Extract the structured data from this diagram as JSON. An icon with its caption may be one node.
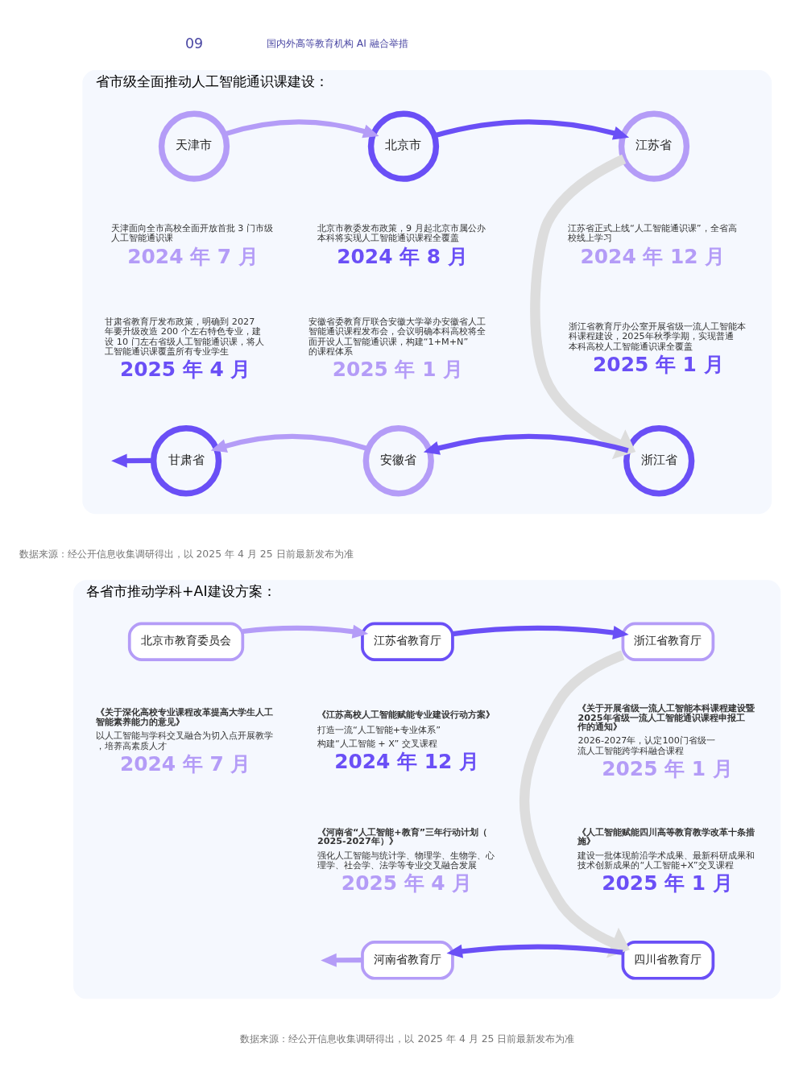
{
  "diagram": {
    "nodes": [
      {
        "text": [
          "省市级全面推动人工智能通识课建设："
        ]
      },
      {
        "text": [
          "天津市"
        ],
        "in": 0,
        "beside": [
          "天津面向全市高校全面开放首批 3 门市级人工智能通识课",
          "2024 年 7 月"
        ]
      },
      {
        "text": [
          "北京市"
        ],
        "in": 0,
        "beside": [
          "北京市教委发布政策，9 月起北京市属公办本科将实现人工智能通识课程全覆盖",
          "2024 年 8 月"
        ]
      },
      {
        "text": [
          "江苏省"
        ],
        "in": 0,
        "beside": [
          "江苏省正式上线“人工智能通识课”，全省高校线上学习",
          "2024 年 12 月"
        ]
      },
      {
        "text": [
          "浙江省"
        ],
        "in": 0,
        "beside": [
          "浙江省教育厅办公室开展省级一流人工智能本科课程建设，2025年秋季学期，实现普通本科高校人工智能通识课全覆盖",
          "2025 年 1 月"
        ]
      },
      {
        "text": [
          "安徽省"
        ],
        "in": 0,
        "beside": [
          "安徽省委教育厅联合安徽大学举办安徽省人工智能通识课程发布会，会议明确本科高校将全面开设人工智能通识课，构建“1+M+N”的课程体系",
          "2025 年 1 月"
        ]
      },
      {
        "text": [
          "甘肃省"
        ],
        "in": 0,
        "beside": [
          "甘肃省教育厅发布政策，明确到 2027 年要升级改造 200 个左右特色专业，建设 10 门左右省级人工智能通识课，将人工智能通识课覆盖所有专业学生",
          "2025 年 4 月"
        ]
      },
      {
        "text": [
          "各省市推动学科+AI建设方案："
        ]
      },
      {
        "text": [
          "北京市教育委员会"
        ],
        "in": 7,
        "beside": [
          "《关于深化高校专业课程改革提高大学生人工智能素养能力的意见》",
          "以人工智能与学科交叉融合为切入点开展教学，培养高素质人才",
          "2024 年 7 月"
        ]
      },
      {
        "text": [
          "江苏省教育厅"
        ],
        "in": 7,
        "beside": [
          "《江苏高校人工智能赋能专业建设行动方案》",
          "打造一流“人工智能+专业体系”",
          "构建“人工智能 + X” 交叉课程",
          "2024 年 12 月"
        ]
      },
      {
        "text": [
          "浙江省教育厅"
        ],
        "in": 7,
        "beside": [
          "《关于开展省级一流人工智能本科课程建设暨2025年省级一流人工智能通识课程申报工作的通知》",
          "2026-2027年，认定100门省级一流人工智能跨学科融合课程",
          "2025 年 1 月"
        ]
      },
      {
        "text": [
          "四川省教育厅"
        ],
        "in": 7,
        "beside": [
          "《人工智能赋能四川高等教育教学改革十条措施》",
          "建设一批体现前沿学术成果、最新科研成果和技术创新成果的“人工智能+X”交叉课程",
          "2025 年 1 月"
        ]
      },
      {
        "text": [
          "河南省教育厅"
        ],
        "in": 7,
        "beside": [
          "《河南省“人工智能+教育”三年行动计划（2025-2027年）》",
          "强化人工智能与统计学、物理学、生物学、心理学、社会学、法学等专业交叉融合发展",
          "2025 年 4 月"
        ]
      }
    ],
    "edges": [
      {
        "from": 1,
        "to": 2,
        "arrow": "to",
        "color": "#b49cf7"
      },
      {
        "from": 2,
        "to": 3,
        "arrow": "to"
      },
      {
        "from": 3,
        "to": 4,
        "arrow": "to",
        "style": "thick",
        "color": "#dddddd"
      },
      {
        "from": 4,
        "to": 5,
        "arrow": "to"
      },
      {
        "from": 5,
        "to": 6,
        "arrow": "to",
        "color": "#b49cf7"
      },
      {
        "from": 6,
        "to": null,
        "arrow": "to"
      },
      {
        "from": 8,
        "to": 9,
        "arrow": "to",
        "color": "#b49cf7"
      },
      {
        "from": 9,
        "to": 10,
        "arrow": "to"
      },
      {
        "from": 10,
        "to": 11,
        "arrow": "to",
        "style": "thick",
        "color": "#dddddd"
      },
      {
        "from": 11,
        "to": 12,
        "arrow": "to"
      },
      {
        "from": 12,
        "to": null,
        "arrow": "to",
        "color": "#b49cf7"
      }
    ],
    "labels": [
      "09",
      "国内外高等教育机构 AI 融合举措",
      "数据来源：经公开信息收集调研得出，以 2025 年 4 月 25 日前最新发布为准",
      "数据来源：经公开信息收集调研得出，以 2025 年 4 月 25 日前最新发布为准"
    ]
  }
}
